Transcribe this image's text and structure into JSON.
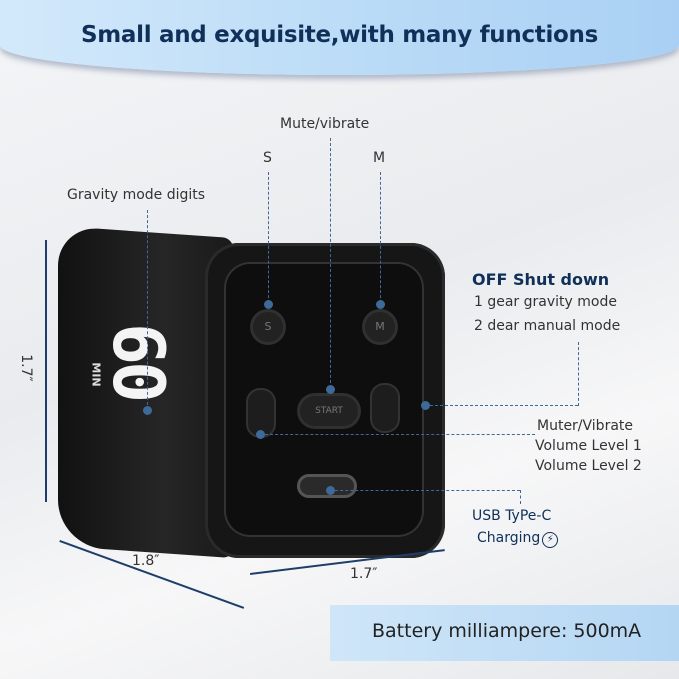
{
  "header": {
    "title": "Small and exquisite,with many functions"
  },
  "labels": {
    "mute_vibrate": "Mute/vibrate",
    "s": "S",
    "m": "M",
    "gravity_digits": "Gravity mode digits",
    "off_title": "OFF Shut down",
    "gear1": "1 gear gravity mode",
    "gear2": "2 dear manual mode",
    "muter": "Muter/Vibrate",
    "vol1": "Volume Level 1",
    "vol2": "Volume Level 2",
    "usb": "USB TyPe-C",
    "charging": "Charging"
  },
  "device": {
    "display": "60",
    "unit": "MIN",
    "button_s": "S",
    "button_m": "M",
    "start": "START"
  },
  "dimensions": {
    "height": "1.7″",
    "depth": "1.8″",
    "width": "1.7″"
  },
  "banner": {
    "text": "Battery milliampere: 500mA"
  },
  "colors": {
    "accent": "#10305a",
    "leader": "#3e6a9a",
    "banner": "#b4d6f3"
  }
}
